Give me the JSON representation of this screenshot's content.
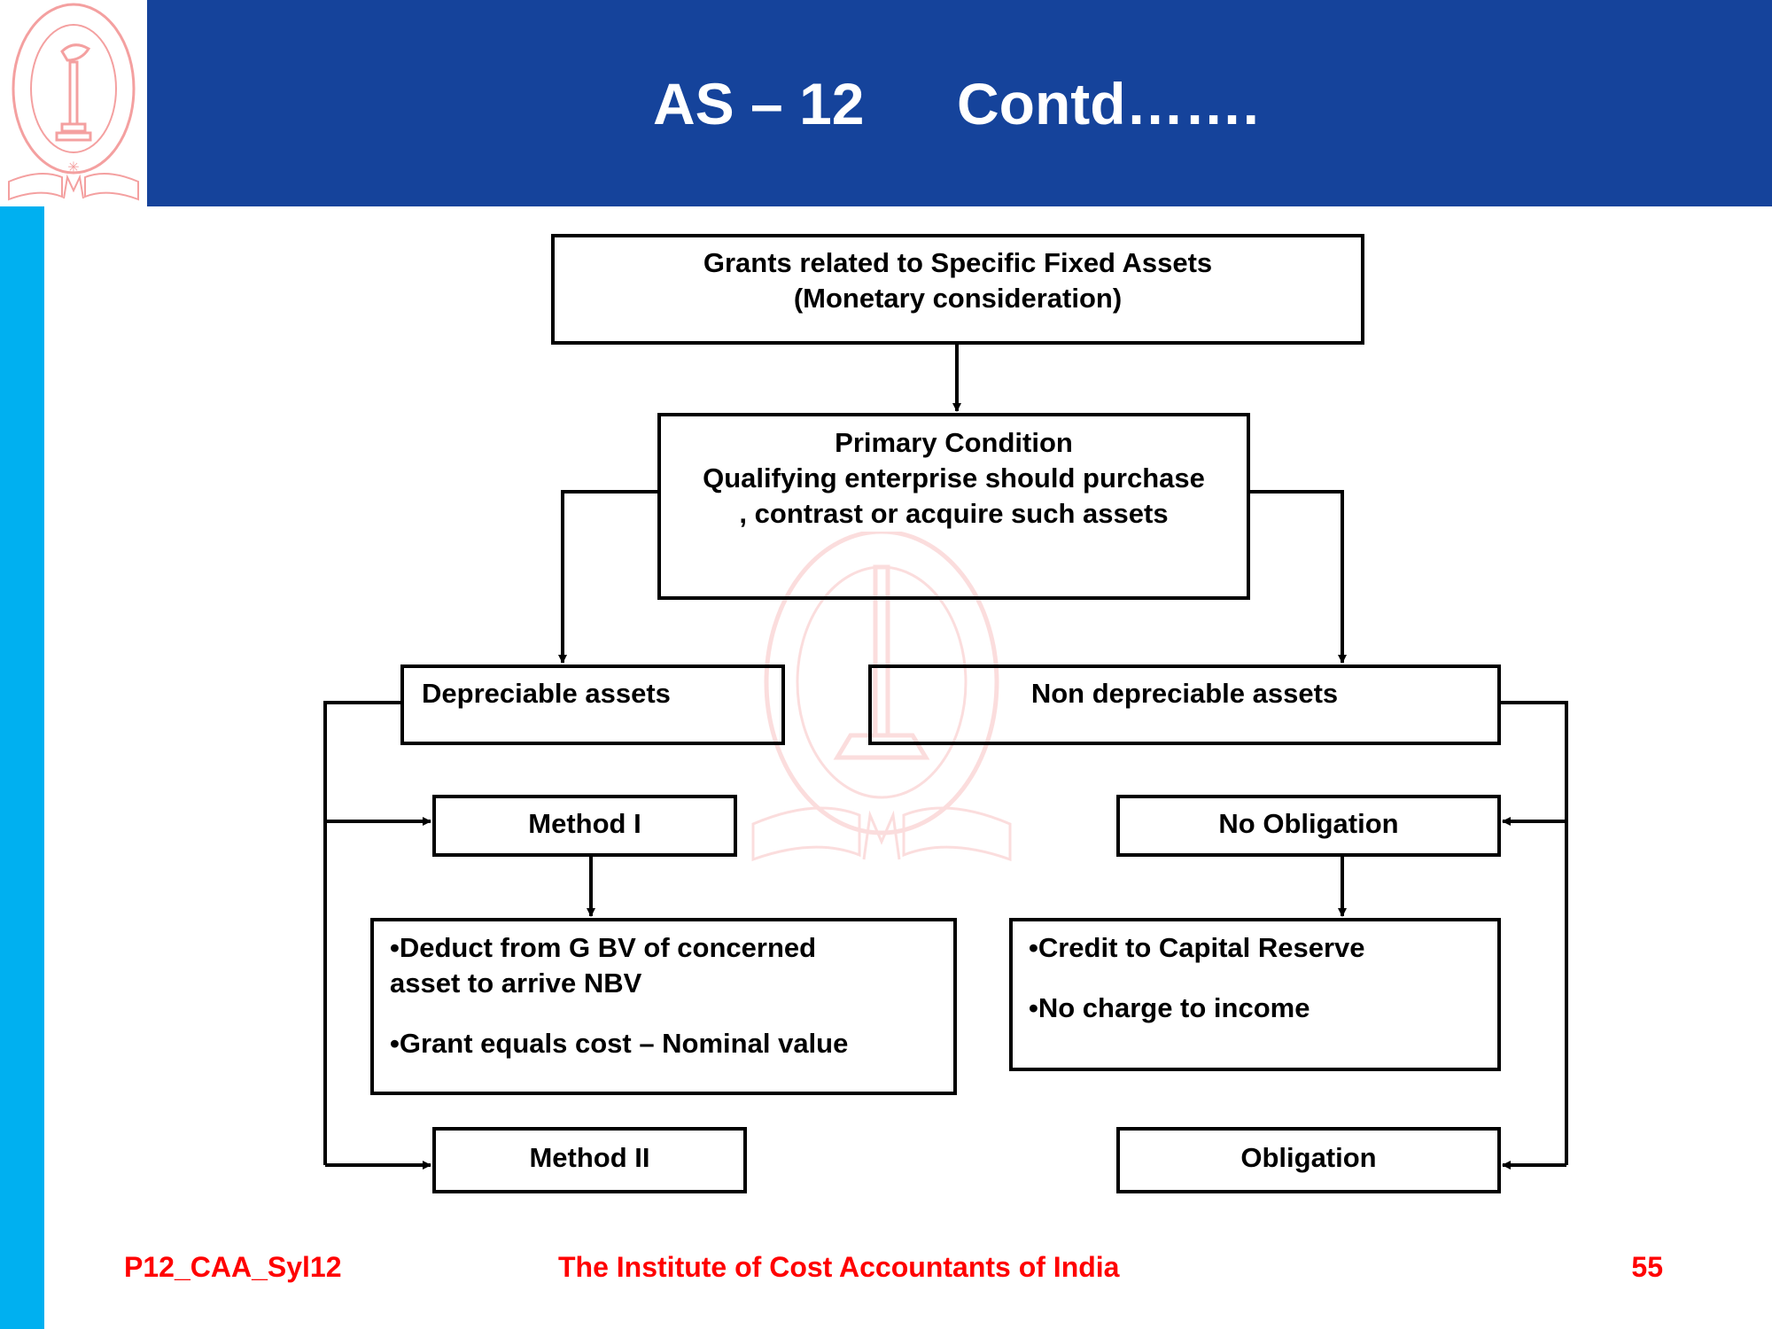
{
  "header": {
    "title_part1": "AS – 12",
    "title_part2": "Contd…….",
    "logo": "institute-of-cost-accountants-logo"
  },
  "diagram": {
    "top_box": {
      "line1": "Grants related to Specific Fixed Assets",
      "line2": "(Monetary consideration)"
    },
    "primary_box": {
      "line1": "Primary Condition",
      "line2": "Qualifying enterprise should purchase",
      "line3": ", contrast or acquire such assets"
    },
    "depreciable": "Depreciable assets",
    "non_depreciable": "Non depreciable assets",
    "method1": "Method I",
    "method2": "Method II",
    "method1_points": [
      "•Deduct from G BV of concerned",
      "asset to arrive NBV",
      "•Grant equals cost – Nominal value"
    ],
    "no_obligation": "No Obligation",
    "obligation": "Obligation",
    "no_obligation_points": [
      "•Credit to Capital Reserve",
      "•No charge to income"
    ]
  },
  "footer": {
    "code": "P12_CAA_Syl12",
    "institute": "The Institute of Cost Accountants of India",
    "page_number": "55"
  },
  "colors": {
    "header_blue": "#15439b",
    "side_cyan": "#00b0f0",
    "footer_red": "#ff0000",
    "logo_pink": "#f4a0a0"
  }
}
